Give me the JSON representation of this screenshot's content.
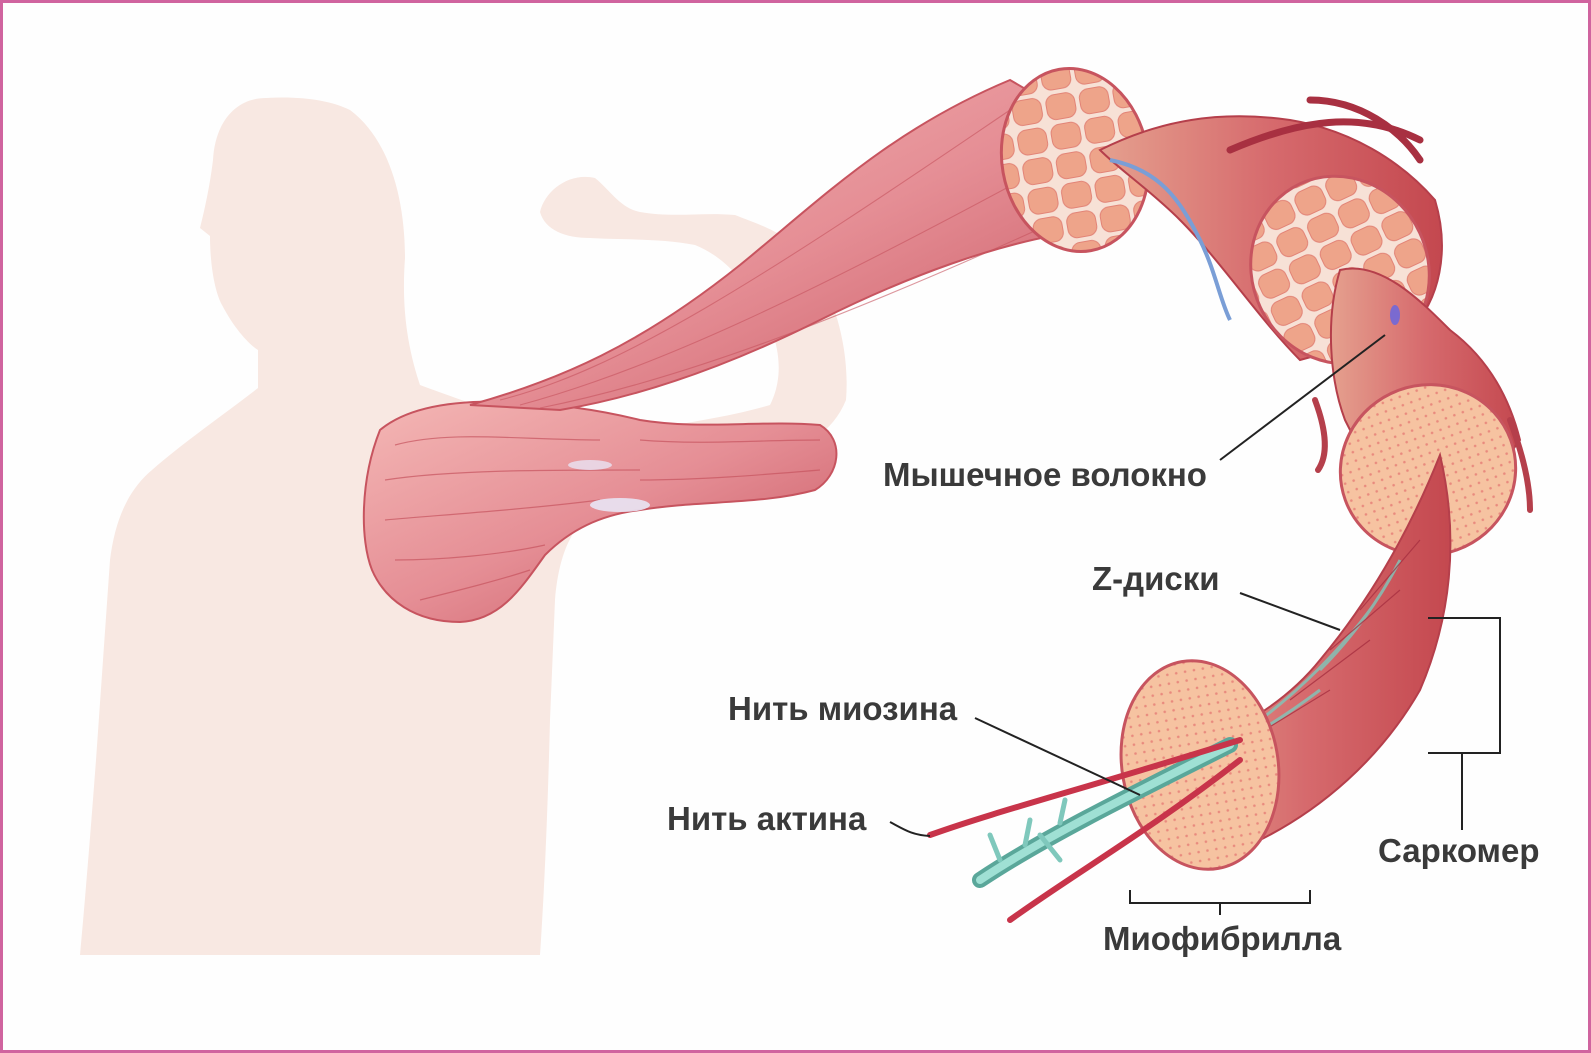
{
  "labels": {
    "muscle_fiber": "Мышечное волокно",
    "z_discs": "Z-диски",
    "myosin": "Нить миозина",
    "actin": "Нить актина",
    "sarcomere": "Саркомер",
    "myofibril": "Миофибрилла"
  },
  "colors": {
    "frame": "#d0649f",
    "silhouette": "#f8e8e2",
    "muscle": "#e58e95",
    "muscle_dark": "#c7545f",
    "muscle_light": "#f4b7b5",
    "fascicle_fill": "#f2a994",
    "fiber_core": "#f6c3a1",
    "myosin": "#7fc8bc",
    "actin": "#c8344a",
    "vessel_blue": "#7a9ed6",
    "label_text": "#3a3a3a"
  }
}
